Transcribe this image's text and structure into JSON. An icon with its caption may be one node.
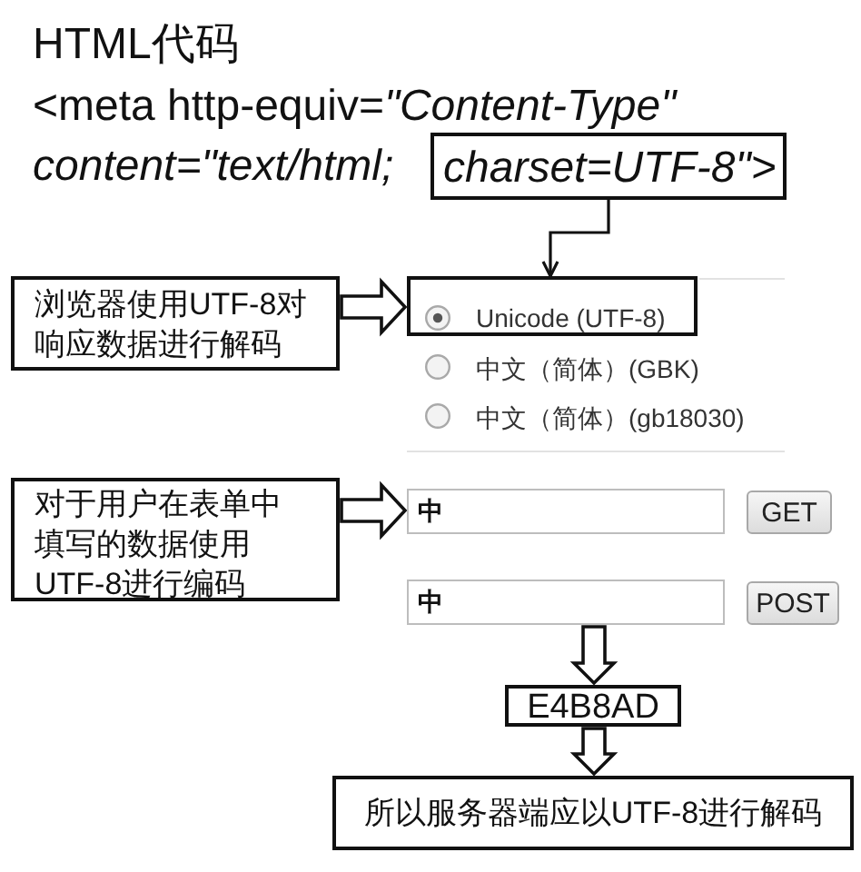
{
  "diagram": {
    "title": "HTML代码",
    "nodes": [
      {
        "text": [
          "charset=UTF-8\">"
        ]
      },
      {
        "text": [
          "浏览器使用UTF-8对响应数据进行解码"
        ]
      },
      {
        "text": [
          "Unicode (UTF-8)"
        ]
      },
      {
        "text": [
          "对于用户在表单中填写的数据使用UTF-8进行编码"
        ]
      },
      {
        "text": [
          "中"
        ]
      },
      {
        "text": [
          "中"
        ]
      },
      {
        "text": [
          "E4B8AD"
        ]
      },
      {
        "text": [
          "所以服务器端应以UTF-8进行解码"
        ]
      }
    ],
    "edges": [
      {
        "from": 0,
        "to": 2,
        "arrow": "to"
      },
      {
        "from": 1,
        "to": 2,
        "arrow": "to"
      },
      {
        "from": 3,
        "to": 4,
        "arrow": "to"
      },
      {
        "from": 5,
        "to": 6,
        "arrow": "to"
      },
      {
        "from": 6,
        "to": 7,
        "arrow": "to"
      }
    ],
    "labels": [
      "<meta http-equiv=*\"Content-Type\"*",
      "content=\"text/html;",
      "中文（简体）(GBK)",
      "中文（简体）(gb18030)",
      "GET",
      "POST"
    ]
  }
}
